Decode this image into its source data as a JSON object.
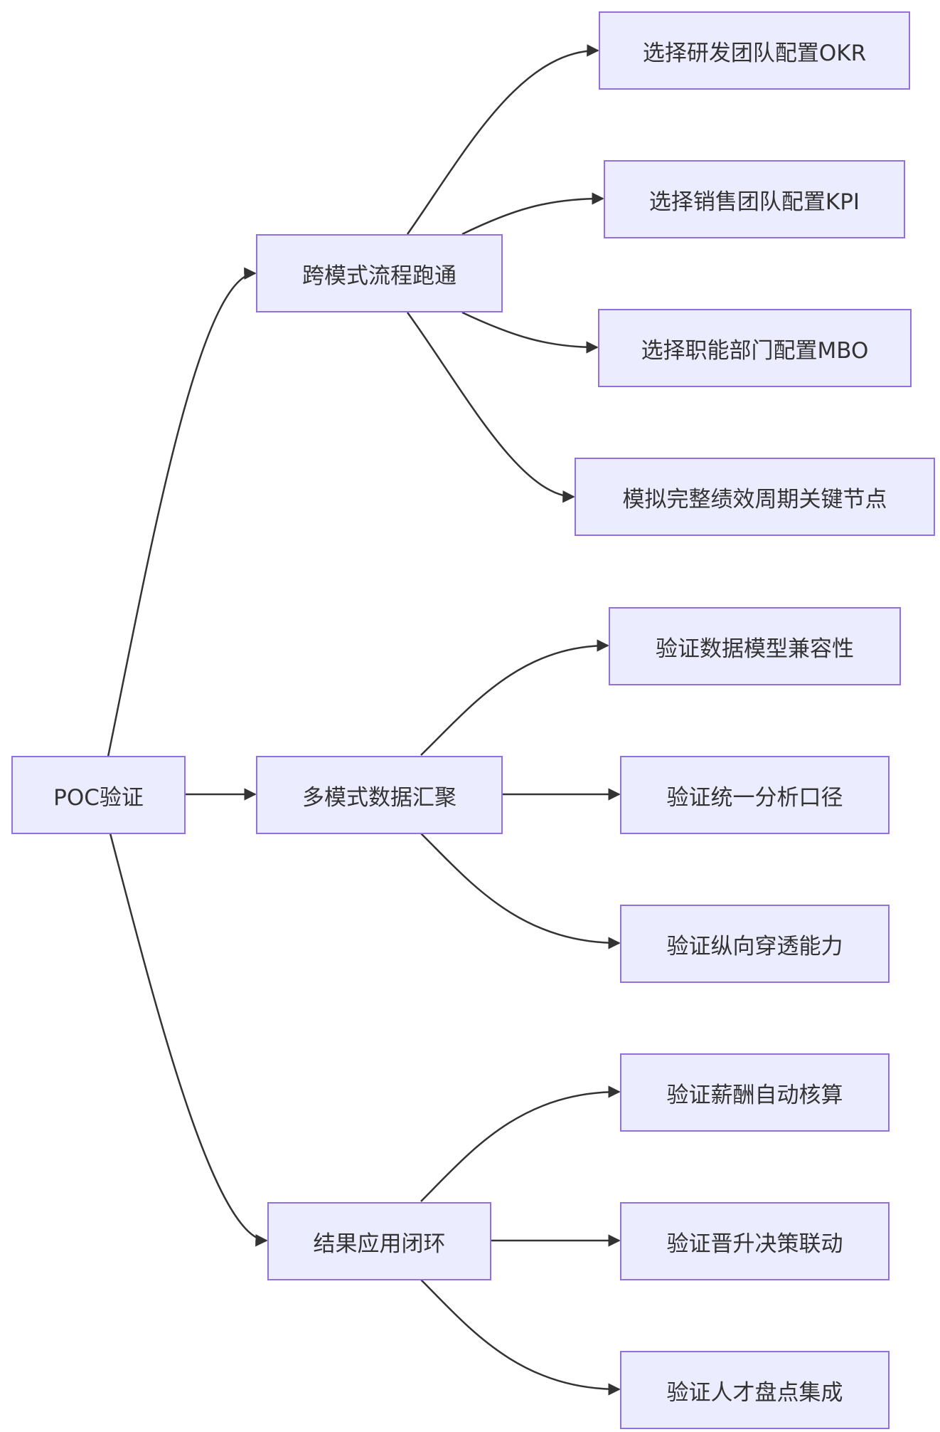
{
  "diagram": {
    "type": "flowchart-left-right",
    "colors": {
      "node_fill": "#ececff",
      "node_border": "#9370db",
      "edge": "#333333",
      "text": "#333333"
    },
    "nodes": {
      "root": "POC验证",
      "branch1": "跨模式流程跑通",
      "branch2": "多模式数据汇聚",
      "branch3": "结果应用闭环",
      "leaf1_1": "选择研发团队配置OKR",
      "leaf1_2": "选择销售团队配置KPI",
      "leaf1_3": "选择职能部门配置MBO",
      "leaf1_4": "模拟完整绩效周期关键节点",
      "leaf2_1": "验证数据模型兼容性",
      "leaf2_2": "验证统一分析口径",
      "leaf2_3": "验证纵向穿透能力",
      "leaf3_1": "验证薪酬自动核算",
      "leaf3_2": "验证晋升决策联动",
      "leaf3_3": "验证人才盘点集成"
    },
    "edges": [
      {
        "from": "root",
        "to": "branch1"
      },
      {
        "from": "root",
        "to": "branch2"
      },
      {
        "from": "root",
        "to": "branch3"
      },
      {
        "from": "branch1",
        "to": "leaf1_1"
      },
      {
        "from": "branch1",
        "to": "leaf1_2"
      },
      {
        "from": "branch1",
        "to": "leaf1_3"
      },
      {
        "from": "branch1",
        "to": "leaf1_4"
      },
      {
        "from": "branch2",
        "to": "leaf2_1"
      },
      {
        "from": "branch2",
        "to": "leaf2_2"
      },
      {
        "from": "branch2",
        "to": "leaf2_3"
      },
      {
        "from": "branch3",
        "to": "leaf3_1"
      },
      {
        "from": "branch3",
        "to": "leaf3_2"
      },
      {
        "from": "branch3",
        "to": "leaf3_3"
      }
    ]
  }
}
